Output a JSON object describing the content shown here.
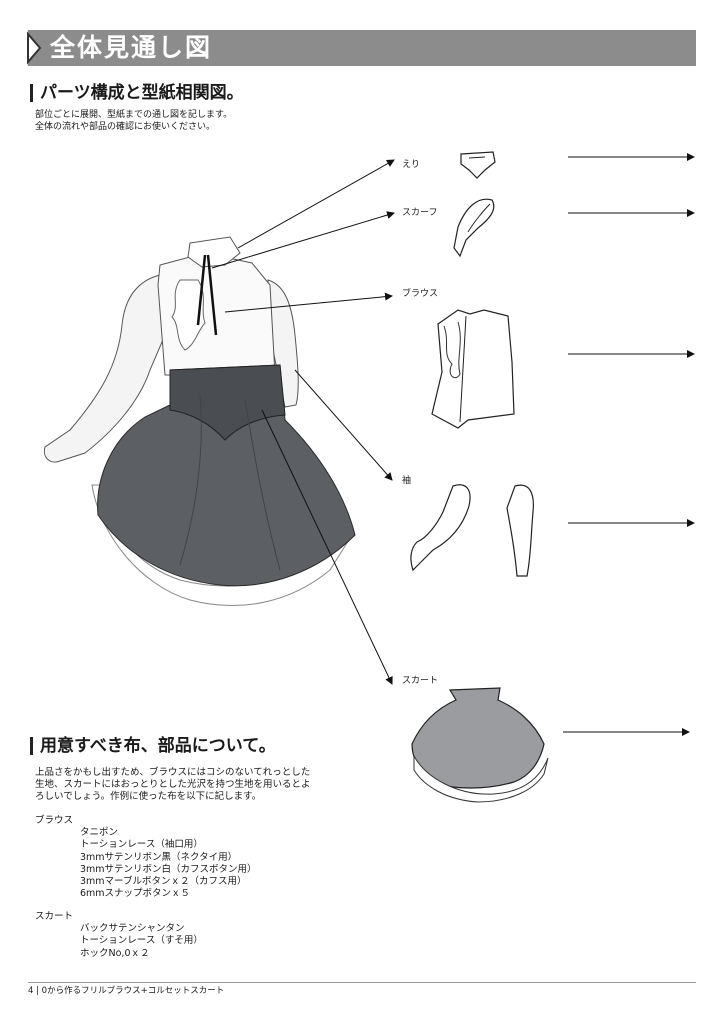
{
  "header": {
    "title": "全体見通し図"
  },
  "section1": {
    "heading": "パーツ構成と型紙相関図。",
    "desc_line1": "部位ごとに展開、型紙までの通し図を記します。",
    "desc_line2": "全体の流れや部品の確認にお使いください。"
  },
  "parts": {
    "collar": "えり",
    "scarf": "スカーフ",
    "blouse": "ブラウス",
    "sleeve": "袖",
    "skirt": "スカート"
  },
  "section2": {
    "heading": "用意すべき布、部品について。",
    "intro_line1": "上品さをかもし出すため、ブラウスにはコシのないてれっとした",
    "intro_line2": "生地、スカートにはおっとりとした光沢を持つ生地を用いるとよ",
    "intro_line3": "ろしいでしょう。作例に使った布を以下に記します。",
    "blouse_label": "ブラウス",
    "blouse_items": [
      "タニポン",
      "トーションレース（袖口用）",
      "3mmサテンリボン黒（ネクタイ用）",
      "3mmサテンリボン白（カフスボタン用）",
      "3mmマーブルボタンｘ２（カフス用）",
      "6mmスナップボタンｘ５"
    ],
    "skirt_label": "スカート",
    "skirt_items": [
      "バックサテンシャンタン",
      "トーションレース（すそ用）",
      "ホックNo,0ｘ２"
    ]
  },
  "footer": {
    "text": "4 | 0から作るフリルブラウス+コルセットスカート"
  }
}
